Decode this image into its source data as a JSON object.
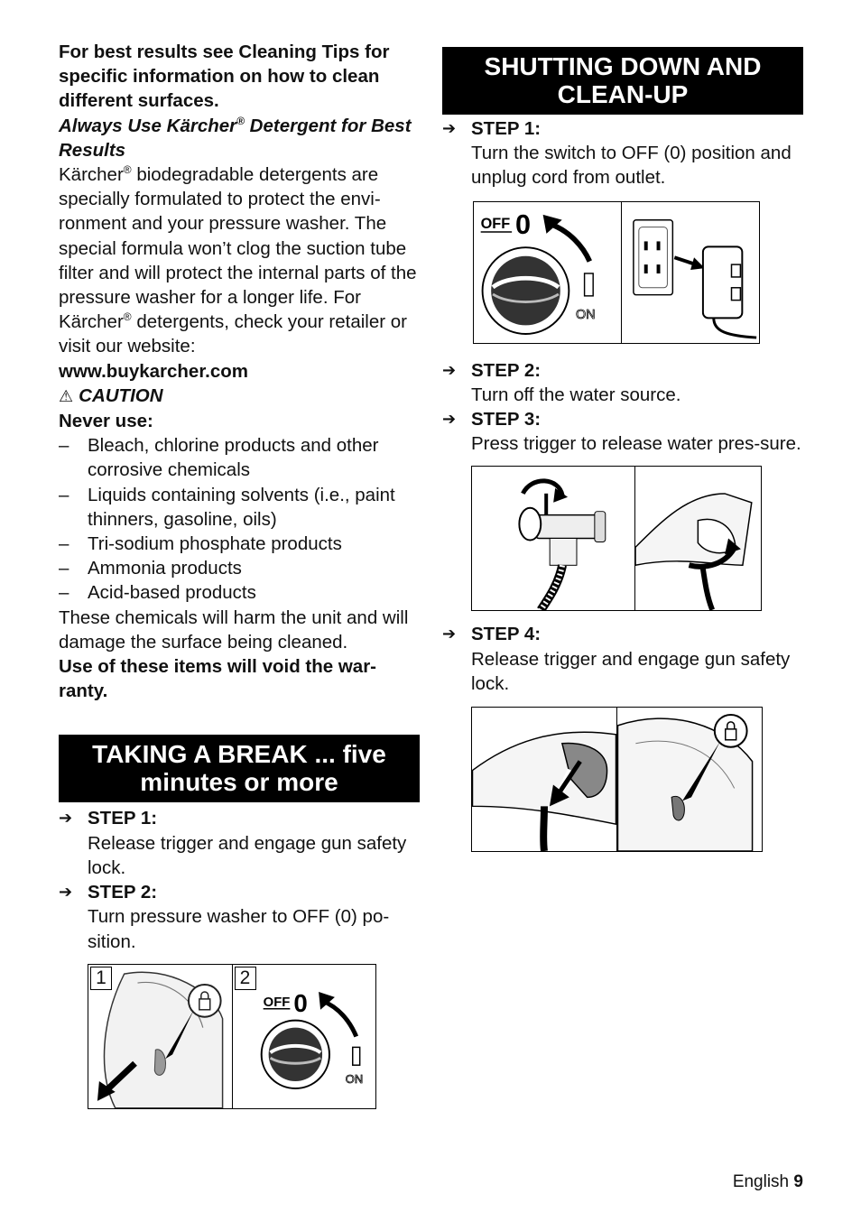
{
  "left": {
    "intro_bold": "For best results see Cleaning Tips for specific information on how to clean different surfaces.",
    "detergent_heading_a": "Always Use Kärcher",
    "detergent_heading_reg": "®",
    "detergent_heading_b": " Detergent for Best Results",
    "detergent_p1_a": "Kärcher",
    "detergent_p1_reg": "®",
    "detergent_p1_b": " biodegradable detergents are specially formulated to protect the envi-ronment and your pressure washer. The special formula won’t clog the suction tube filter and will protect the internal parts of the pressure washer for a longer life. For Kärcher",
    "detergent_p1_reg2": "®",
    "detergent_p1_c": " detergents, check your retailer or visit our website:",
    "website": "www.buykarcher.com",
    "caution_label": "CAUTION",
    "never_use": "Never use:",
    "never_items": [
      "Bleach, chlorine products and other corrosive chemicals",
      "Liquids containing solvents (i.e., paint thinners, gasoline, oils)",
      "Tri-sodium phosphate products",
      "Ammonia products",
      "Acid-based products"
    ],
    "harm_text": "These chemicals will harm the unit and will damage the surface being cleaned.",
    "void_text": "Use of these items will void the war-ranty.",
    "break_title": "TAKING A BREAK ... five minutes or more",
    "break_steps": [
      {
        "label": "STEP 1:",
        "text": "Release trigger and engage gun safety lock."
      },
      {
        "label": "STEP 2:",
        "text": "Turn pressure washer to OFF (0) po-sition."
      }
    ],
    "figure_panels": [
      "1",
      "2"
    ]
  },
  "right": {
    "shutdown_title": "SHUTTING DOWN AND CLEAN-UP",
    "steps": [
      {
        "label": "STEP 1:",
        "text": "Turn the switch to OFF (0) position and unplug cord from outlet."
      },
      {
        "label": "STEP 2:",
        "text": "Turn off the water source."
      },
      {
        "label": "STEP 3:",
        "text": "Press trigger to release water pres-sure."
      },
      {
        "label": "STEP 4:",
        "text": "Release trigger and engage gun safety lock."
      }
    ]
  },
  "switch_labels": {
    "off": "OFF",
    "zero": "0",
    "on": "ON"
  },
  "footer": {
    "language": "English",
    "page": "9"
  }
}
